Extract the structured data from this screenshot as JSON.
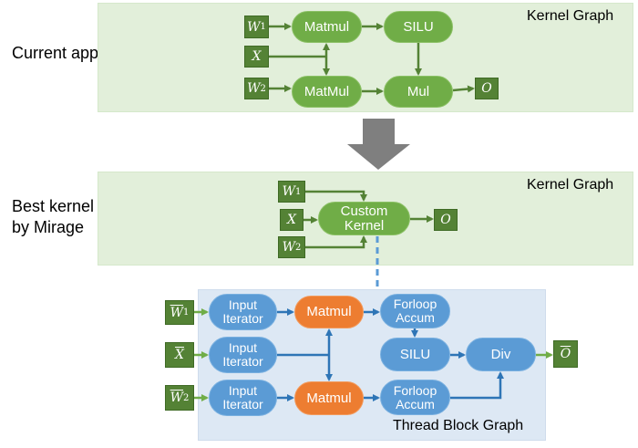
{
  "labels": {
    "current_approach": "Current approach",
    "best_kernel_line1": "Best kernel discovered",
    "best_kernel_line2": "by Mirage"
  },
  "kernel_graph_1": {
    "title": "Kernel Graph",
    "inputs": {
      "w1": "W",
      "w1_sub": "1",
      "x": "X",
      "w2": "W",
      "w2_sub": "2"
    },
    "nodes": {
      "matmul_top": "Matmul",
      "silu": "SILU",
      "matmul_bottom": "MatMul",
      "mul": "Mul"
    },
    "output": "O"
  },
  "kernel_graph_2": {
    "title": "Kernel Graph",
    "inputs": {
      "w1": "W",
      "w1_sub": "1",
      "x": "X",
      "w2": "W",
      "w2_sub": "2"
    },
    "nodes": {
      "custom_kernel_line1": "Custom",
      "custom_kernel_line2": "Kernel"
    },
    "output": "O"
  },
  "thread_block_graph": {
    "title": "Thread Block Graph",
    "inputs": {
      "w1": "W",
      "w1_sub": "1",
      "x": "X",
      "w2": "W",
      "w2_sub": "2"
    },
    "nodes": {
      "iter_line1": "Input",
      "iter_line2": "Iterator",
      "matmul": "Matmul",
      "accum_line1": "Forloop",
      "accum_line2": "Accum",
      "silu": "SILU",
      "div": "Div"
    },
    "output": "O"
  },
  "colors": {
    "kernel_panel_bg": "#e2efda",
    "thread_panel_bg": "#dde8f4",
    "kernel_node": "#70ad47",
    "tensor_box": "#548235",
    "thread_node": "#5b9bd5",
    "matmul_node": "#ed7d31",
    "transform_arrow": "#7f7f7f",
    "link_dashed": "#5b9bd5"
  }
}
